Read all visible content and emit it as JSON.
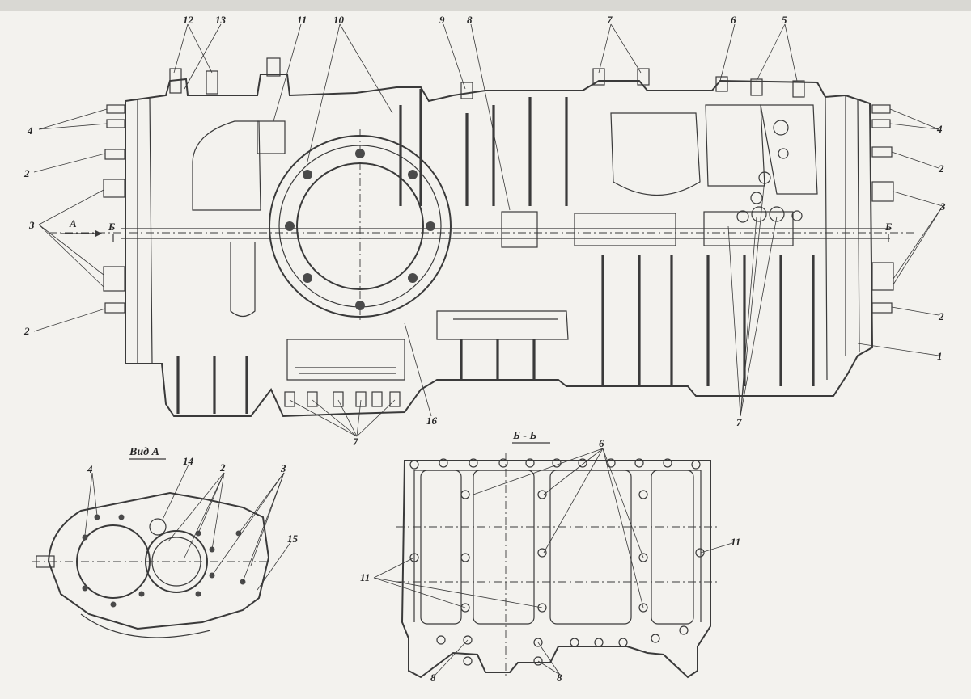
{
  "view_titles": {
    "view_a": "Вид А",
    "section_bb": "Б - Б"
  },
  "section_marks": {
    "a_left": "А",
    "b_left": "Б",
    "b_right": "Б"
  },
  "main_view_callouts": {
    "top_12": "12",
    "top_13": "13",
    "top_11": "11",
    "top_10": "10",
    "top_9": "9",
    "top_8": "8",
    "top_7": "7",
    "top_6": "6",
    "top_5": "5",
    "left_4": "4",
    "left_2_upper": "2",
    "left_3": "3",
    "left_2_lower": "2",
    "right_4": "4",
    "right_2_upper": "2",
    "right_3": "3",
    "right_2_lower": "2",
    "right_1": "1",
    "bottom_7_left": "7",
    "bottom_16": "16",
    "bottom_7_right": "7"
  },
  "view_a_callouts": {
    "n4": "4",
    "n14": "14",
    "n2": "2",
    "n3": "3",
    "n15": "15"
  },
  "section_bb_callouts": {
    "n6": "6",
    "n11_left": "11",
    "n11_right": "11",
    "n8_left": "8",
    "n8_right": "8"
  }
}
